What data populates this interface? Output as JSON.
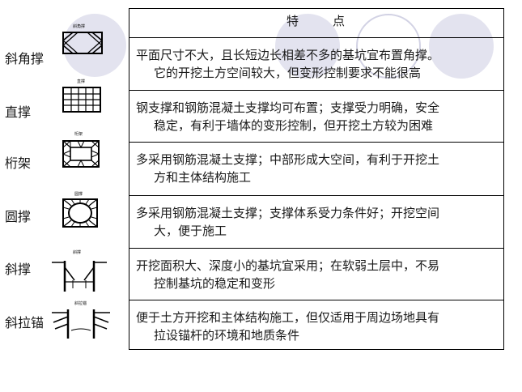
{
  "table": {
    "header_left": "特",
    "header_right": "点",
    "rows": [
      {
        "name": "斜角撑",
        "diagram_label": "斜角撑",
        "line1": "平面尺寸不大，且长短边长相差不多的基坑宜布置角撑。",
        "line2": "它的开挖土方空间较大，但变形控制要求不能很高"
      },
      {
        "name": "直撑",
        "diagram_label": "直撑",
        "line1": "钢支撑和钢筋混凝土支撑均可布置；支撑受力明确，安全",
        "line2": "稳定，有利于墙体的变形控制，但开挖土方较为困难"
      },
      {
        "name": "桁架",
        "diagram_label": "桁架",
        "line1": "多采用钢筋混凝土支撑；中部形成大空间，有利于开挖土",
        "line2": "方和主体结构施工"
      },
      {
        "name": "圆撑",
        "diagram_label": "圆撑",
        "line1": "多采用钢筋混凝土支撑；支撑体系受力条件好；开挖空间",
        "line2": "大，便于施工"
      },
      {
        "name": "斜撑",
        "diagram_label": "斜撑",
        "line1": "开挖面积大、深度小的基坑宜采用；在软弱土层中，不易",
        "line2": "控制基坑的稳定和变形"
      },
      {
        "name": "斜拉锚",
        "diagram_label": "斜拉锚",
        "line1": "便于土方开挖和主体结构施工，但仅适用于周边场地具有",
        "line2": "拉设锚杆的环境和地质条件"
      }
    ]
  }
}
